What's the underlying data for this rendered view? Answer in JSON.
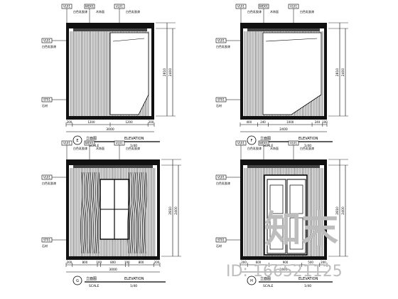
{
  "elevations": [
    {
      "id": "A",
      "title_code": "E",
      "title_cn": "立面图",
      "title_en": "ELEVATION",
      "scale_label": "SCALE",
      "scale_value": "1/40",
      "heights": [
        "2810",
        "2400"
      ],
      "widths": [
        "200",
        "1200",
        "1200",
        "200"
      ],
      "total_width": "3000",
      "tags": [
        {
          "code": "VL01",
          "note": "白色乳胶漆"
        },
        {
          "code": "WD01",
          "note": "木饰面"
        },
        {
          "code": "VL01",
          "note": "白色乳胶漆"
        },
        {
          "code": "VL01",
          "note": "白色乳胶漆"
        },
        {
          "code": "ST01",
          "note": "石材"
        }
      ]
    },
    {
      "id": "B",
      "title_code": "F",
      "title_cn": "立面图",
      "title_en": "ELEVATION",
      "scale_label": "SCALE",
      "scale_value": "1/40",
      "heights": [
        "2810",
        "2400"
      ],
      "widths": [
        "400",
        "240",
        "1000",
        "240",
        "100"
      ],
      "total_width": "2400",
      "tags": [
        {
          "code": "VL01",
          "note": "白色乳胶漆"
        },
        {
          "code": "WD01",
          "note": "木饰面"
        },
        {
          "code": "VL01",
          "note": "白色乳胶漆"
        },
        {
          "code": "VL01",
          "note": "白色乳胶漆"
        },
        {
          "code": "ST01",
          "note": "石材"
        }
      ]
    },
    {
      "id": "C",
      "title_code": "G",
      "title_cn": "立面图",
      "title_en": "ELEVATION",
      "scale_label": "SCALE",
      "scale_value": "1/40",
      "heights": [
        "2810",
        "2400"
      ],
      "widths": [
        "200",
        "800",
        "100",
        "800",
        "100",
        "800",
        "200"
      ],
      "total_width": "3000",
      "tags": [
        {
          "code": "VL01",
          "note": "白色乳胶漆"
        },
        {
          "code": "WD01",
          "note": "木饰面"
        },
        {
          "code": "VL01",
          "note": "白色乳胶漆"
        },
        {
          "code": "VL01",
          "note": "白色乳胶漆"
        },
        {
          "code": "ST01",
          "note": "石材"
        }
      ]
    },
    {
      "id": "D",
      "title_code": "H",
      "title_cn": "立面图",
      "title_en": "ELEVATION",
      "scale_label": "SCALE",
      "scale_value": "1/40",
      "heights": [
        "2810",
        "2400"
      ],
      "widths": [
        "200",
        "600",
        "900",
        "500",
        "200"
      ],
      "total_width": "2400",
      "tags": [
        {
          "code": "VL01",
          "note": "白色乳胶漆"
        },
        {
          "code": "WD01",
          "note": "木饰面"
        },
        {
          "code": "VL01",
          "note": "白色乳胶漆"
        },
        {
          "code": "VL01",
          "note": "白色乳胶漆"
        },
        {
          "code": "ST01",
          "note": "石材"
        }
      ]
    }
  ],
  "watermark": {
    "logo_text": "知末",
    "id_text": "ID: 166521125"
  }
}
